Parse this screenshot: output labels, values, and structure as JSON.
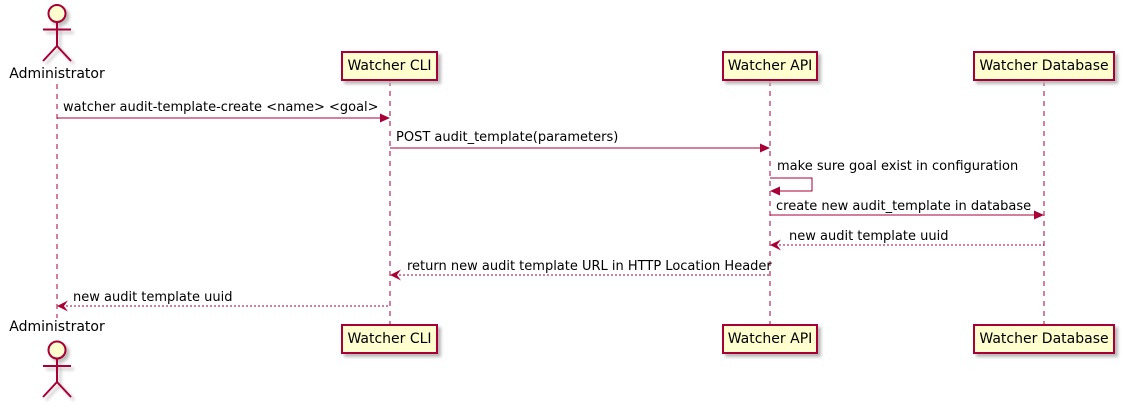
{
  "theme": {
    "accent": "#A80036",
    "participant_fill": "#FEFECE",
    "background": "#FFFFFF",
    "text": "#000000"
  },
  "diagram": {
    "kind": "uml-sequence-diagram",
    "actor": {
      "name": "Administrator"
    },
    "participants": [
      {
        "label": "Watcher CLI"
      },
      {
        "label": "Watcher API"
      },
      {
        "label": "Watcher Database"
      }
    ],
    "messages": [
      {
        "from": "Administrator",
        "to": "Watcher CLI",
        "label": "watcher audit-template-create <name> <goal>",
        "line": "solid"
      },
      {
        "from": "Watcher CLI",
        "to": "Watcher API",
        "label": "POST audit_template(parameters)",
        "line": "solid"
      },
      {
        "from": "Watcher API",
        "to": "Watcher API",
        "label": "make sure goal exist in configuration",
        "line": "self"
      },
      {
        "from": "Watcher API",
        "to": "Watcher Database",
        "label": "create new audit_template in database",
        "line": "solid"
      },
      {
        "from": "Watcher Database",
        "to": "Watcher API",
        "label": "new audit template uuid",
        "line": "dashed"
      },
      {
        "from": "Watcher API",
        "to": "Watcher CLI",
        "label": "return new audit template URL in HTTP Location Header",
        "line": "dashed"
      },
      {
        "from": "Watcher CLI",
        "to": "Administrator",
        "label": "new audit template uuid",
        "line": "dashed"
      }
    ]
  }
}
